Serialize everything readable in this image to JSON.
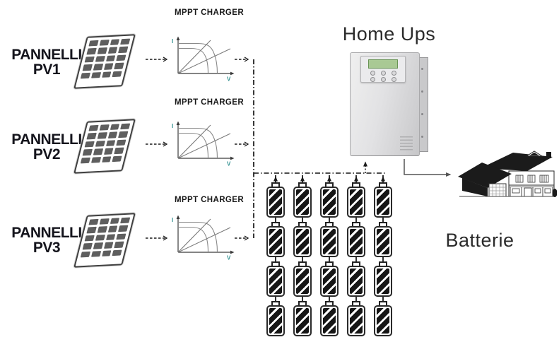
{
  "colors": {
    "background": "#ffffff",
    "axis_label_teal": "#2e8f8f",
    "panel_cell_gray": "#5e5e5e",
    "connector_black": "#1a1a1a",
    "house_arrow_gray": "#555555",
    "ups_lcd_green": "#a9c994",
    "ups_body_gray": "#d9d9db",
    "battery_fill": "#161616"
  },
  "diagram": {
    "pv_groups": [
      {
        "name_line1": "PANNELLI",
        "name_line2": "PV1",
        "charger_label": "MPPT CHARGER",
        "graph": {
          "y_axis": "I",
          "x_axis": "V"
        }
      },
      {
        "name_line1": "PANNELLI",
        "name_line2": "PV2",
        "charger_label": "MPPT CHARGER",
        "graph": {
          "y_axis": "I",
          "x_axis": "V"
        }
      },
      {
        "name_line1": "PANNELLI",
        "name_line2": "PV3",
        "charger_label": "MPPT CHARGER",
        "graph": {
          "y_axis": "I",
          "x_axis": "V"
        }
      }
    ],
    "ups": {
      "label": "Home Ups"
    },
    "batteries": {
      "label": "Batterie",
      "columns": 5,
      "rows": 4
    }
  }
}
